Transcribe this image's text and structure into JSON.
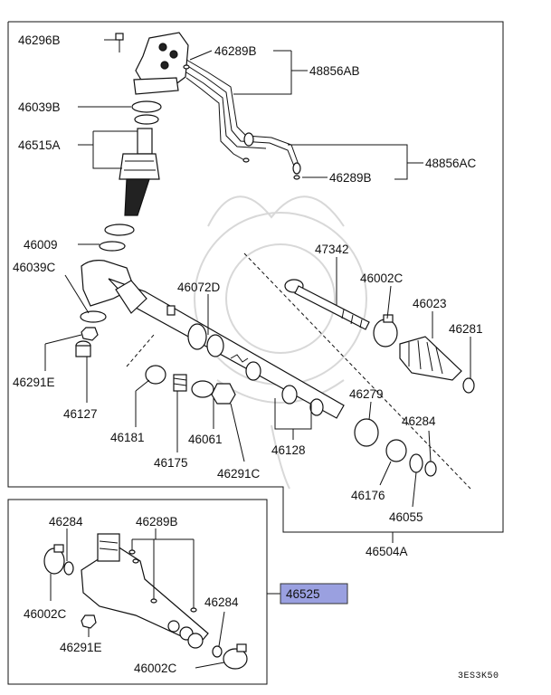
{
  "labels": {
    "p46296B": "46296B",
    "p46289B_top": "46289B",
    "p48856AB": "48856AB",
    "p46039B": "46039B",
    "p46515A": "46515A",
    "p48856AC": "48856AC",
    "p46289B_mid": "46289B",
    "p46009": "46009",
    "p47342": "47342",
    "p46039C": "46039C",
    "p46072D": "46072D",
    "p46002C_top": "46002C",
    "p46023": "46023",
    "p46281": "46281",
    "p46291E_top": "46291E",
    "p46127": "46127",
    "p46279": "46279",
    "p46284_top": "46284",
    "p46181": "46181",
    "p46061": "46061",
    "p46128": "46128",
    "p46175": "46175",
    "p46291C": "46291C",
    "p46176": "46176",
    "p46055": "46055",
    "p46504A": "46504A",
    "p46284_inset1": "46284",
    "p46289B_inset": "46289B",
    "p46525": "46525",
    "p46002C_inset1": "46002C",
    "p46284_inset2": "46284",
    "p46291E_inset": "46291E",
    "p46002C_inset2": "46002C"
  },
  "diagram_code": "3ES3K50",
  "colors": {
    "highlight": "#9aa0e0",
    "line": "#111111"
  }
}
